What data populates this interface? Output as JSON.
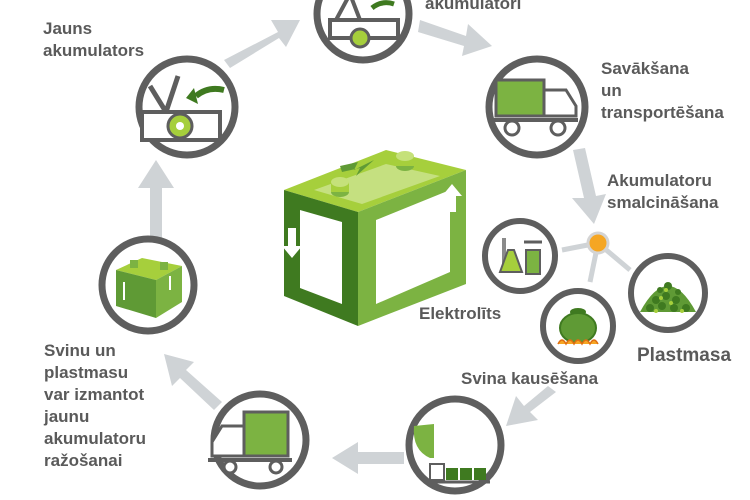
{
  "labels": {
    "new_battery": [
      "Jauns",
      "akumulators"
    ],
    "used_battery": [
      "akumulatori"
    ],
    "collection": [
      "Savākšana",
      "un",
      "transportēšana"
    ],
    "crushing": [
      "Akumulatoru",
      "smalcināšana"
    ],
    "electrolyte": "Elektrolīts",
    "plastic": "Plastmasa",
    "lead_smelting": "Svina kausēšana",
    "reuse": [
      "Svinu un",
      "plastmasu",
      "var izmantot",
      "jaunu",
      "akumulatoru",
      "ražošanai"
    ]
  },
  "colors": {
    "ring": "#5e5e5e",
    "arrow": "#cfd3d6",
    "green_light": "#a6cf3c",
    "green_mid": "#7cb342",
    "green_dark": "#3f7a20",
    "text": "#5a5a5a",
    "node": "#f5a623"
  },
  "icons": {
    "new_battery_node": "car-hood-open-icon",
    "used_battery_node": "car-hood-open-icon",
    "collection_node": "truck-icon",
    "electrolyte_node": "lab-flask-icon",
    "plastic_node": "plastic-pellets-icon",
    "lead_smelting_node": "smelting-pot-icon",
    "refinery_node": "lead-refinery-icon",
    "transport_node": "truck-icon",
    "battery_node": "recycled-battery-icon",
    "center": "recycling-battery-icon"
  }
}
